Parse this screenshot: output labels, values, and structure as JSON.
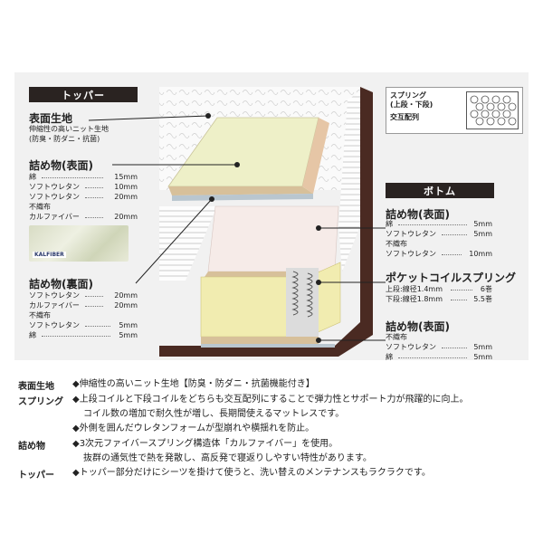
{
  "topper": {
    "header": "トッパー",
    "surface": {
      "title": "表面生地",
      "desc1": "伸縮性の高いニット生地",
      "desc2": "(防臭・防ダニ・抗菌)"
    },
    "filling_front": {
      "title": "詰め物(表面)",
      "rows": [
        {
          "label": "綿",
          "value": "15mm"
        },
        {
          "label": "ソフトウレタン",
          "value": "10mm"
        },
        {
          "label": "ソフトウレタン",
          "value": "20mm"
        },
        {
          "label": "不織布",
          "value": ""
        },
        {
          "label": "カルファイバー",
          "value": "20mm"
        }
      ]
    },
    "kalfiber_label": "KALFIBER",
    "filling_back": {
      "title": "詰め物(裏面)",
      "rows": [
        {
          "label": "ソフトウレタン",
          "value": "20mm"
        },
        {
          "label": "カルファイバー",
          "value": "20mm"
        },
        {
          "label": "不織布",
          "value": ""
        },
        {
          "label": "ソフトウレタン",
          "value": "5mm"
        },
        {
          "label": "綿",
          "value": "5mm"
        }
      ]
    }
  },
  "spring_box": {
    "line1": "スプリング",
    "line2": "(上段・下段)",
    "line3": "交互配列"
  },
  "bottom": {
    "header": "ボトム",
    "filling_front": {
      "title": "詰め物(表面)",
      "rows": [
        {
          "label": "綿",
          "value": "5mm"
        },
        {
          "label": "ソフトウレタン",
          "value": "5mm"
        },
        {
          "label": "不織布",
          "value": ""
        },
        {
          "label": "ソフトウレタン",
          "value": "10mm"
        }
      ]
    },
    "pocket": {
      "title": "ポケットコイルスプリング",
      "rows": [
        {
          "label": "上段:線径1.4mm",
          "value": "6巻"
        },
        {
          "label": "下段:線径1.8mm",
          "value": "5.5巻"
        }
      ]
    },
    "filling_front2": {
      "title": "詰め物(表面)",
      "rows": [
        {
          "label": "不織布",
          "value": ""
        },
        {
          "label": "ソフトウレタン",
          "value": "5mm"
        },
        {
          "label": "綿",
          "value": "5mm"
        }
      ]
    }
  },
  "features": [
    {
      "label": "表面生地",
      "lines": [
        "◆伸縮性の高いニット生地【防臭・防ダニ・抗菌機能付き】"
      ]
    },
    {
      "label": "スプリング",
      "lines": [
        "◆上段コイルと下段コイルをどちらも交互配列にすることで弾力性とサポート力が飛躍的に向上。",
        "コイル数の増加で耐久性が増し、長期間使えるマットレスです。",
        "◆外側を囲んだウレタンフォームが型崩れや横揺れを防止。"
      ]
    },
    {
      "label": "詰め物",
      "lines": [
        "◆3次元ファイバースプリング構造体「カルファイバー」を使用。",
        "抜群の通気性で熱を発散し、高反発で寝返りしやすい特性があります。"
      ]
    },
    {
      "label": "トッパー",
      "lines": [
        "◆トッパー部分だけにシーツを掛けて使うと、洗い替えのメンテナンスもラクラクです。"
      ]
    }
  ],
  "colors": {
    "header_bg": "#2a2321",
    "frame_brown": "#4a2a22",
    "topper_green": "#eef0c8",
    "bottom_pink": "#f6ebe8",
    "foam_yellow": "#f1ecb0"
  }
}
